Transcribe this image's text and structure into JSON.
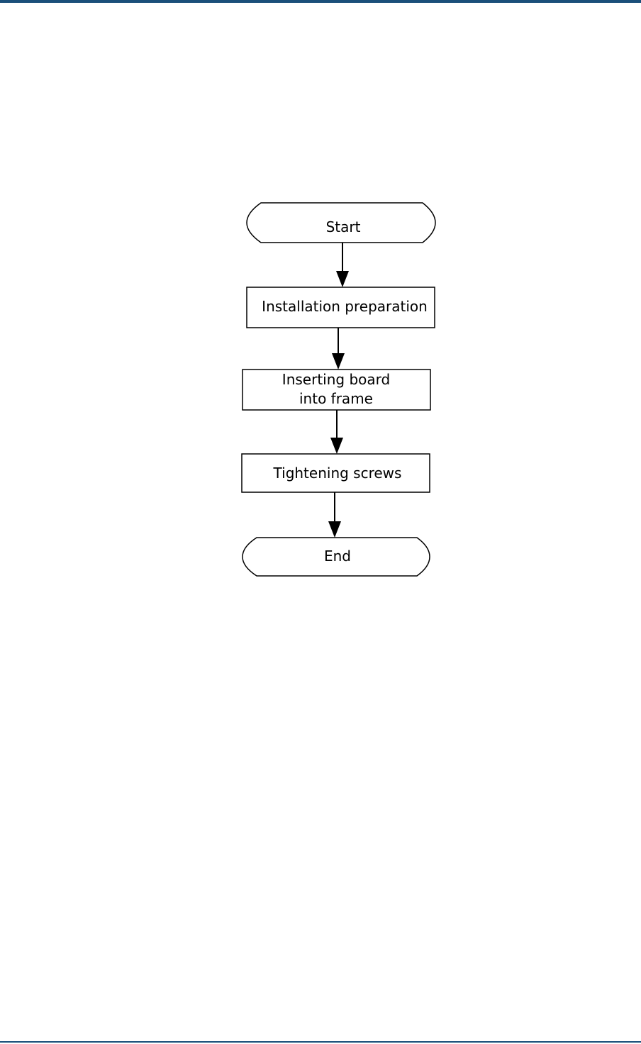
{
  "flowchart": {
    "nodes": [
      {
        "id": "start",
        "shape": "terminal",
        "lines": [
          "Start"
        ]
      },
      {
        "id": "prep",
        "shape": "process",
        "lines": [
          "Installation preparation"
        ]
      },
      {
        "id": "insert",
        "shape": "process",
        "lines": [
          "Inserting board",
          "into frame"
        ]
      },
      {
        "id": "screws",
        "shape": "process",
        "lines": [
          "Tightening screws"
        ]
      },
      {
        "id": "end",
        "shape": "terminal",
        "lines": [
          "End"
        ]
      }
    ],
    "edges": [
      {
        "from": "start",
        "to": "prep"
      },
      {
        "from": "prep",
        "to": "insert"
      },
      {
        "from": "insert",
        "to": "screws"
      },
      {
        "from": "screws",
        "to": "end"
      }
    ],
    "colors": {
      "rule": "#1a4f7a",
      "stroke": "#000000",
      "fill": "#ffffff"
    }
  }
}
